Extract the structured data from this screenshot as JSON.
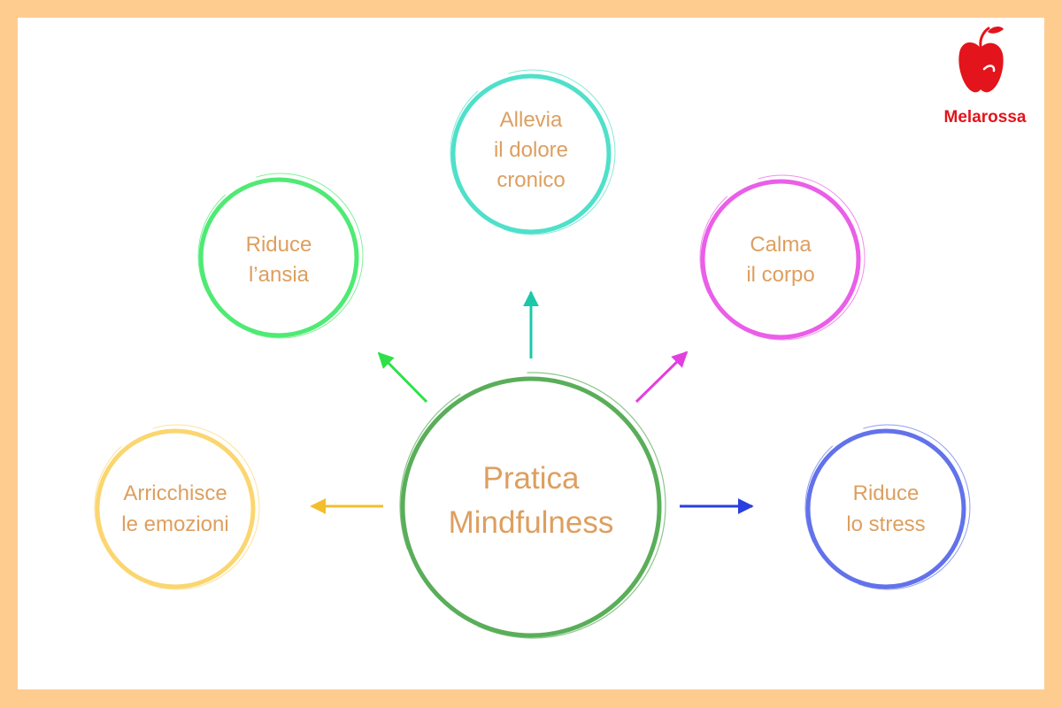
{
  "brand": {
    "name": "Melarossa",
    "color": "#e3141b",
    "icon": "apple-logo"
  },
  "center": {
    "line1": "Pratica",
    "line2": "Mindfulness",
    "color": "#5aae5a"
  },
  "benefits": [
    {
      "id": "ansia",
      "line1": "Riduce",
      "line2": "l’ansia",
      "color": "#4fea74"
    },
    {
      "id": "dolore",
      "line1": "Allevia",
      "line2": "il dolore",
      "line3": "cronico",
      "color": "#4fe0c9"
    },
    {
      "id": "corpo",
      "line1": "Calma",
      "line2": "il corpo",
      "color": "#ea5ee8"
    },
    {
      "id": "emozioni",
      "line1": "Arricchisce",
      "line2": "le emozioni",
      "color": "#fbd670"
    },
    {
      "id": "stress",
      "line1": "Riduce",
      "line2": "lo stress",
      "color": "#6272ea"
    }
  ],
  "arrow_colors": {
    "ansia": "#2ee04a",
    "dolore": "#1cc8a8",
    "corpo": "#e23fe0",
    "emozioni": "#f3bd2c",
    "stress": "#2a3fe0"
  },
  "text_color": "#dd9f5f",
  "frame_color": "#ffcc8f"
}
